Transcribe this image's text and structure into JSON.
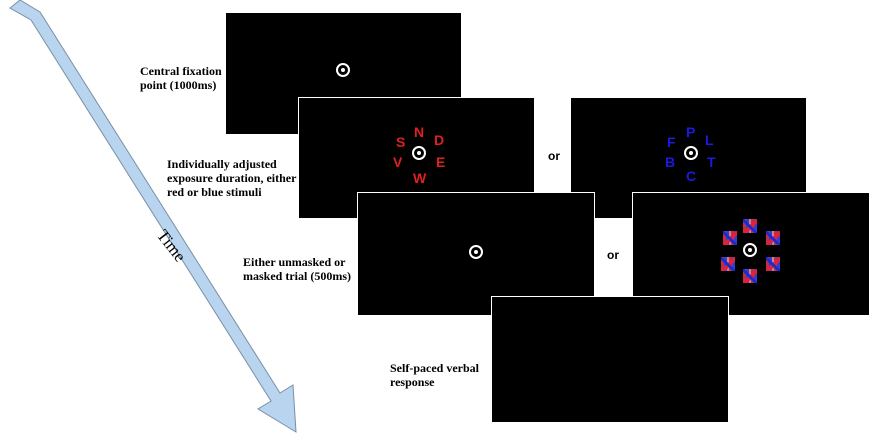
{
  "time_label": "Time",
  "captions": {
    "fixation": "Central fixation\npoint (1000ms)",
    "exposure": "Individually adjusted\nexposure duration, either\nred or blue stimuli",
    "mask": "Either unmasked or\nmasked trial (500ms)",
    "response": "Self-paced verbal\nresponse"
  },
  "or_label": "or",
  "red_letters": [
    "N",
    "D",
    "E",
    "W",
    "V",
    "S"
  ],
  "blue_letters": [
    "P",
    "L",
    "T",
    "C",
    "B",
    "F"
  ],
  "colors": {
    "red": "#e02020",
    "blue": "#1a1ae0",
    "arrow": "#b8d4ee"
  }
}
